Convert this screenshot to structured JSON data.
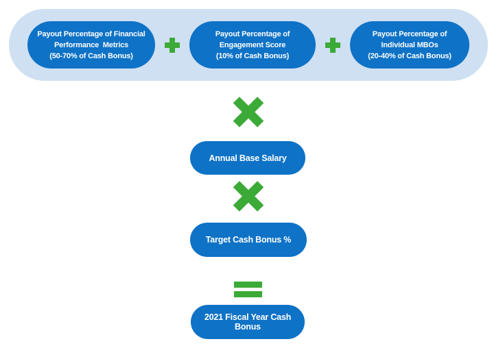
{
  "colors": {
    "node_blue": "#0e72c6",
    "banner_blue": "#cfe0f2",
    "operator_green": "#3caa37",
    "node_text": "#ffffff"
  },
  "banner": {
    "pill_financial": "Payout Percentage of Financial\nPerformance  Metrics\n(50-70% of Cash Bonus)",
    "pill_engagement": "Payout Percentage of\nEngagement Score\n(10% of Cash Bonus)",
    "pill_mbos": "Payout Percentage of\nIndividual MBOs\n(20-40% of Cash Bonus)"
  },
  "flow": {
    "annual_base_salary": "Annual Base Salary",
    "target_cash_bonus": "Target Cash Bonus %",
    "result": "2021 Fiscal Year Cash Bonus"
  },
  "icons": {
    "plus": "+",
    "multiply": "×",
    "equals": "="
  }
}
